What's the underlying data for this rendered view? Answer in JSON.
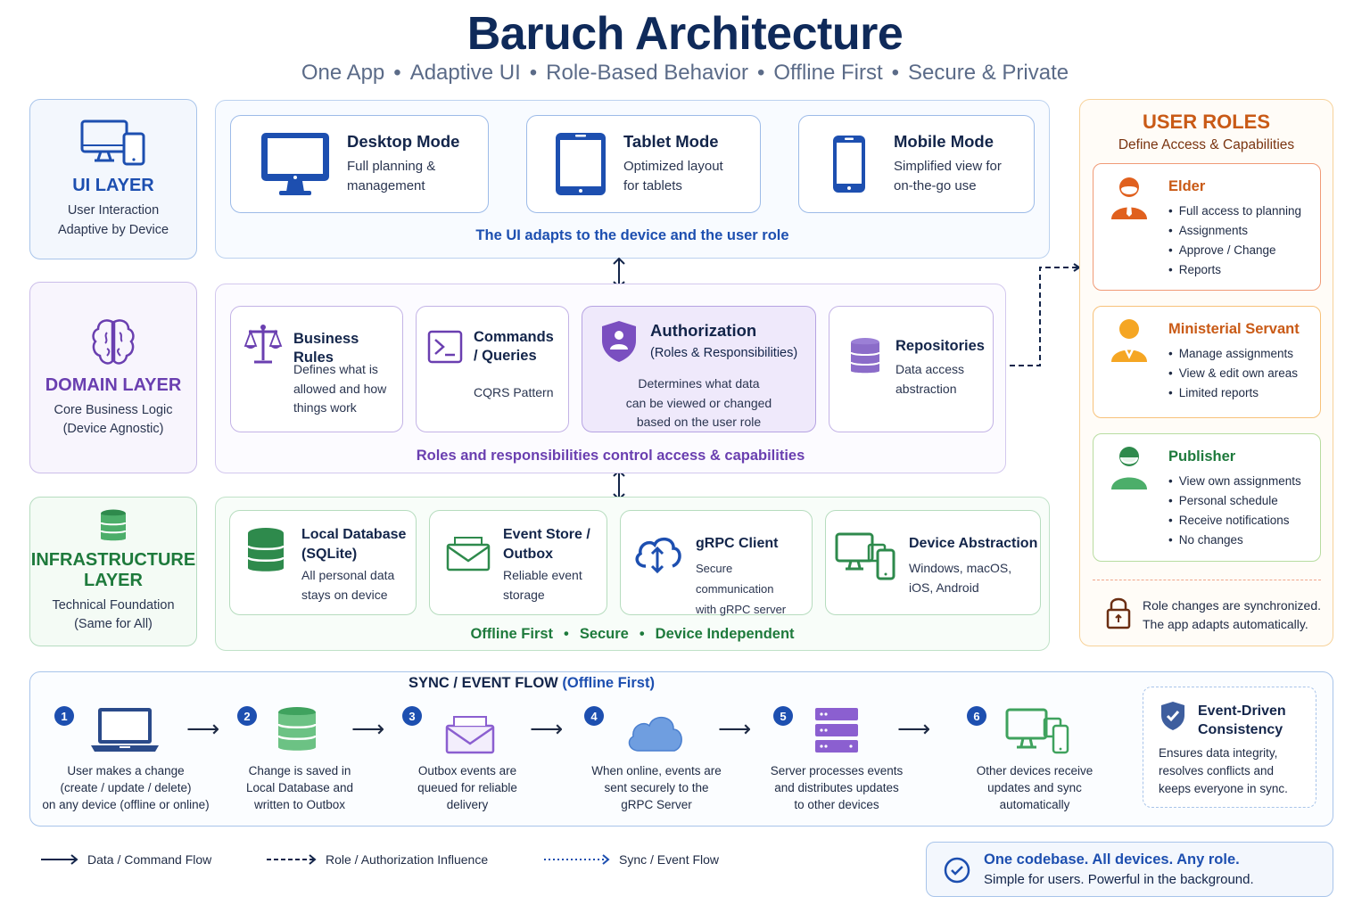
{
  "header": {
    "title": "Baruch Architecture",
    "tagline": [
      "One App",
      "Adaptive UI",
      "Role-Based Behavior",
      "Offline First",
      "Secure & Private"
    ]
  },
  "ui_layer": {
    "name": "UI LAYER",
    "desc1": "User Interaction",
    "desc2": "Adaptive by Device",
    "color": "#1d4fb0",
    "cards": [
      {
        "title": "Desktop Mode",
        "line1": "Full planning &",
        "line2": "management",
        "icon": "desktop-icon"
      },
      {
        "title": "Tablet Mode",
        "line1": "Optimized layout",
        "line2": "for tablets",
        "icon": "tablet-icon"
      },
      {
        "title": "Mobile Mode",
        "line1": "Simplified view for",
        "line2": "on-the-go use",
        "icon": "mobile-icon"
      }
    ],
    "caption": "The UI adapts to the device and the user role"
  },
  "domain_layer": {
    "name": "DOMAIN LAYER",
    "desc1": "Core Business Logic",
    "desc2": "(Device Agnostic)",
    "color": "#6a3fb0",
    "cards": [
      {
        "title": "Business Rules",
        "desc": [
          "Defines what is",
          "allowed and how",
          "things work"
        ],
        "icon": "scales-icon"
      },
      {
        "title1": "Commands",
        "title2": "/ Queries",
        "desc": "CQRS Pattern",
        "icon": "terminal-icon"
      },
      {
        "title": "Authorization",
        "subtitle": "(Roles & Responsibilities)",
        "desc": [
          "Determines what data",
          "can be viewed or changed",
          "based on the user role"
        ],
        "icon": "shield-user-icon"
      },
      {
        "title": "Repositories",
        "desc": [
          "Data access",
          "abstraction"
        ],
        "icon": "database-icon"
      }
    ],
    "caption": "Roles and responsibilities control access & capabilities"
  },
  "infrastructure_layer": {
    "name1": "INFRASTRUCTURE",
    "name2": "LAYER",
    "desc1": "Technical Foundation",
    "desc2": "(Same for All)",
    "color": "#1e7a3c",
    "cards": [
      {
        "title1": "Local Database",
        "title2": "(SQLite)",
        "desc": [
          "All personal data",
          "stays on device"
        ],
        "icon": "database-icon"
      },
      {
        "title1": "Event Store /",
        "title2": "Outbox",
        "desc": [
          "Reliable event",
          "storage"
        ],
        "icon": "envelope-icon"
      },
      {
        "title": "gRPC Client",
        "desc": [
          "Secure communication",
          "with gRPC server"
        ],
        "icon": "cloud-sync-icon"
      },
      {
        "title": "Device Abstraction",
        "desc": [
          "Windows, macOS,",
          "iOS, Android"
        ],
        "icon": "devices-icon"
      }
    ],
    "caption": [
      "Offline First",
      "Secure",
      "Device Independent"
    ]
  },
  "user_roles": {
    "title": "USER ROLES",
    "subtitle": "Define Access & Capabilities",
    "roles": [
      {
        "name": "Elder",
        "items": [
          "Full access to planning",
          "Assignments",
          "Approve / Change",
          "Reports"
        ],
        "color": "#e0601e"
      },
      {
        "name": "Ministerial Servant",
        "items": [
          "Manage assignments",
          "View & edit own areas",
          "Limited reports"
        ],
        "color": "#f5a623"
      },
      {
        "name": "Publisher",
        "items": [
          "View own assignments",
          "Personal schedule",
          "Receive notifications",
          "No changes"
        ],
        "color": "#3fa25e"
      }
    ],
    "note1": "Role changes are synchronized.",
    "note2": "The app adapts automatically."
  },
  "sync_flow": {
    "title": "SYNC / EVENT FLOW",
    "title_highlight": "(Offline First)",
    "steps": [
      {
        "num": "1",
        "lines": [
          "User makes a change",
          "(create / update / delete)",
          "on any device (offline or online)"
        ],
        "icon": "laptop-icon"
      },
      {
        "num": "2",
        "lines": [
          "Change is saved in",
          "Local Database and",
          "written to Outbox"
        ],
        "icon": "database-icon"
      },
      {
        "num": "3",
        "lines": [
          "Outbox events are",
          "queued for reliable",
          "delivery"
        ],
        "icon": "envelope-icon"
      },
      {
        "num": "4",
        "lines": [
          "When online, events are",
          "sent securely to the",
          "gRPC Server"
        ],
        "icon": "cloud-icon"
      },
      {
        "num": "5",
        "lines": [
          "Server processes events",
          "and distributes updates",
          "to other devices"
        ],
        "icon": "server-icon"
      },
      {
        "num": "6",
        "lines": [
          "Other devices receive",
          "updates and sync",
          "automatically"
        ],
        "icon": "devices-icon"
      }
    ],
    "consistency": {
      "title1": "Event-Driven",
      "title2": "Consistency",
      "lines": [
        "Ensures data integrity,",
        "resolves conflicts and",
        "keeps everyone in sync."
      ]
    }
  },
  "legend": [
    {
      "label": "Data / Command Flow",
      "style": "solid"
    },
    {
      "label": "Role / Authorization Influence",
      "style": "dashed"
    },
    {
      "label": "Sync / Event Flow",
      "style": "dotted"
    }
  ],
  "banner": {
    "headline": "One codebase. All devices. Any role.",
    "sub": "Simple for users. Powerful in the background."
  }
}
